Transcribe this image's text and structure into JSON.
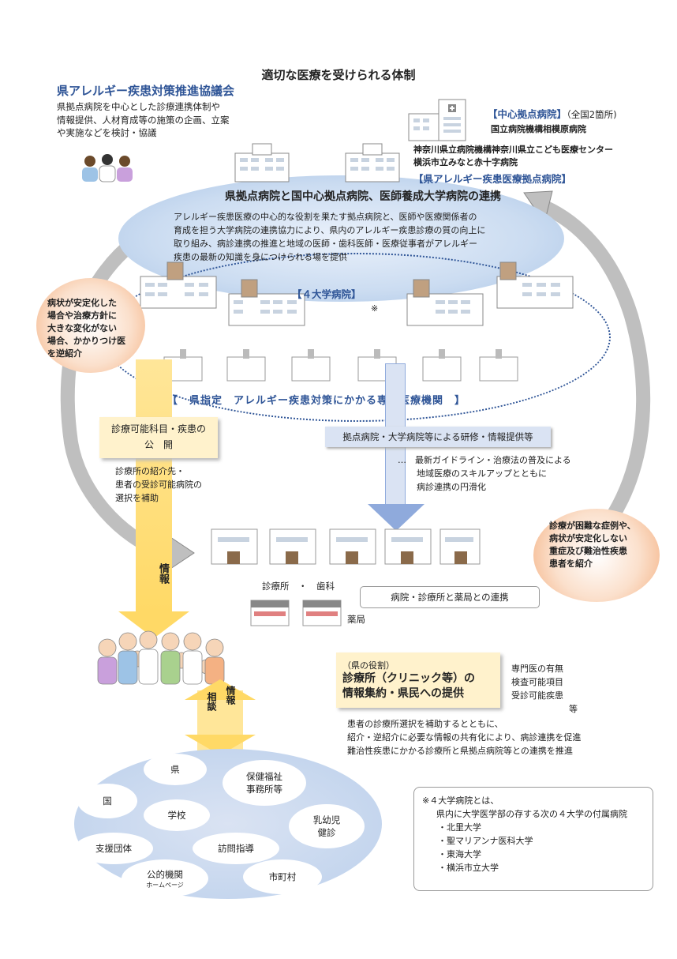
{
  "title": "適切な医療を受けられる体制",
  "council": {
    "title": "県アレルギー疾患対策推進協議会",
    "lines": [
      "県拠点病院を中心とした診療連携体制や",
      "情報提供、人材育成等の施策の企画、立案",
      "や実施などを検討・協議"
    ]
  },
  "center": {
    "title": "【中心拠点病院】",
    "count": "（全国2箇所)",
    "hospital": "国立病院機構相模原病院"
  },
  "pref_hospitals": [
    "神奈川県立病院機構神奈川県立こども医療センター",
    "横浜市立みなと赤十字病院"
  ],
  "pref_base_label": "【県アレルギー疾患医療拠点病院】",
  "cooperation_title": "県拠点病院と国中心拠点病院、医師養成大学病院の連携",
  "cooperation_lines": [
    "アレルギー疾患医療の中心的な役割を果たす拠点病院と、医師や医療関係者の",
    "育成を担う大学病院の連携協力により、県内のアレルギー疾患診療の質の向上に",
    "取り組み、病診連携の推進と地域の医師・歯科医師・医療従事者がアレルギー",
    "疾患の最新の知識を身につけられる場を提供"
  ],
  "univ_label": "【４大学病院】",
  "univ_mark": "※",
  "spec_label": "【　県指定　アレルギー疾患対策にかかる専門医療機関　】",
  "left_bubble": [
    "病状が安定化した",
    "場合や治療方針に",
    "大きな変化がない",
    "場合、かかりつけ医",
    "を逆紹介"
  ],
  "right_bubble": [
    "診療が困難な症例や、",
    "病状が安定化しない",
    "重症及び難治性疾患",
    "患者を紹介"
  ],
  "disclose": {
    "line1": "診療可能科目・疾患の",
    "line2": "公　開"
  },
  "disclose_sub": [
    "診療所の紹介先・",
    "患者の受診可能病院の",
    "選択を補助"
  ],
  "info_arrow": "情報",
  "training_box": "拠点病院・大学病院等による研修・情報提供等",
  "training_sub": [
    "…　最新ガイドライン・治療法の普及による",
    "地域医療のスキルアップとともに",
    "病診連携の円滑化"
  ],
  "clinic_label": "診療所　・　歯科",
  "link_box": "病院・診療所と薬局との連携",
  "pharmacy_label": "薬局",
  "role": {
    "small": "（県の役割）",
    "line1": "診療所（クリニック等）の",
    "line2": "情報集約・県民への提供"
  },
  "role_items": [
    "専門医の有無",
    "検査可能項目",
    "受診可能疾患",
    "等"
  ],
  "role_sub": [
    "患者の診療所選択を補助するとともに、",
    "紹介・逆紹介に必要な情報の共有化により、病診連携を促進",
    "難治性疾患にかかる診療所と県拠点病院等との連携を推進"
  ],
  "updown": {
    "left": "相談",
    "right": "情報"
  },
  "community": {
    "pref": "県",
    "health": "保健福祉\n事務所等",
    "country": "国",
    "school": "学校",
    "infant": "乳幼児\n健診",
    "support": "支援団体",
    "visit": "訪問指導",
    "public": "公的機関",
    "public_sub": "ホームページ",
    "city": "市町村"
  },
  "note": {
    "title": "※４大学病院とは、",
    "desc": "県内に大学医学部の存する次の４大学の付属病院",
    "items": [
      "・北里大学",
      "・聖マリアンナ医科大学",
      "・東海大学",
      "・横浜市立大学"
    ]
  }
}
